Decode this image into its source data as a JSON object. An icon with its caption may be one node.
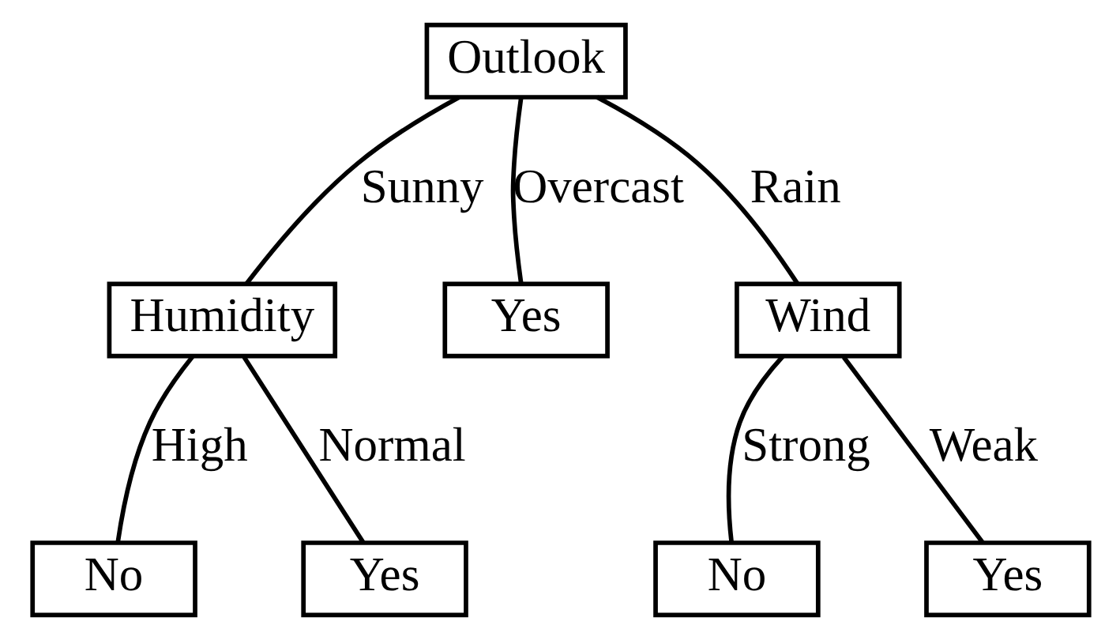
{
  "diagram": {
    "nodes": [
      {
        "text": [
          "Outlook"
        ]
      },
      {
        "text": [
          "Humidity"
        ]
      },
      {
        "text": [
          "Yes"
        ]
      },
      {
        "text": [
          "Wind"
        ]
      },
      {
        "text": [
          "No"
        ]
      },
      {
        "text": [
          "Yes"
        ]
      },
      {
        "text": [
          "No"
        ]
      },
      {
        "text": [
          "Yes"
        ]
      }
    ],
    "edges": [
      {
        "from": 0,
        "to": 1,
        "arrow": "none",
        "label": "Sunny"
      },
      {
        "from": 0,
        "to": 2,
        "arrow": "none",
        "label": "Overcast"
      },
      {
        "from": 0,
        "to": 3,
        "arrow": "none",
        "label": "Rain"
      },
      {
        "from": 1,
        "to": 4,
        "arrow": "none",
        "label": "High"
      },
      {
        "from": 1,
        "to": 5,
        "arrow": "none",
        "label": "Normal"
      },
      {
        "from": 3,
        "to": 6,
        "arrow": "none",
        "label": "Strong"
      },
      {
        "from": 3,
        "to": 7,
        "arrow": "none",
        "label": "Weak"
      }
    ]
  }
}
